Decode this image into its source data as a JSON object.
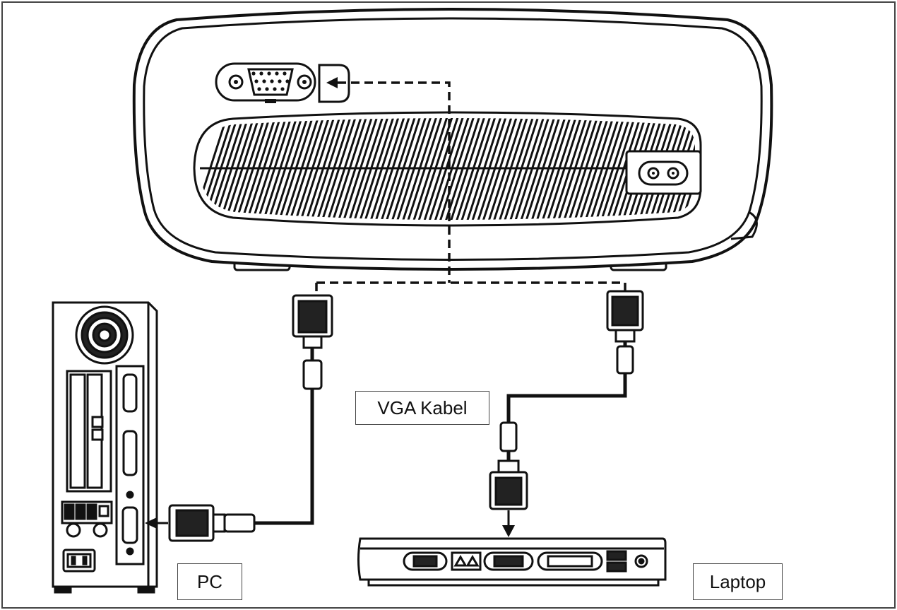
{
  "labels": {
    "vga_cable": "VGA Kabel",
    "pc": "PC",
    "laptop": "Laptop"
  },
  "colors": {
    "line": "#111111",
    "fill_dark": "#1a1a1a",
    "fill_light": "#ffffff",
    "frame": "#444444"
  },
  "icons": [
    "projector-icon",
    "vga-port-icon",
    "power-socket-icon",
    "pc-tower-icon",
    "fan-icon",
    "laptop-icon",
    "vga-connector-icon",
    "ferrite-bead-icon"
  ]
}
